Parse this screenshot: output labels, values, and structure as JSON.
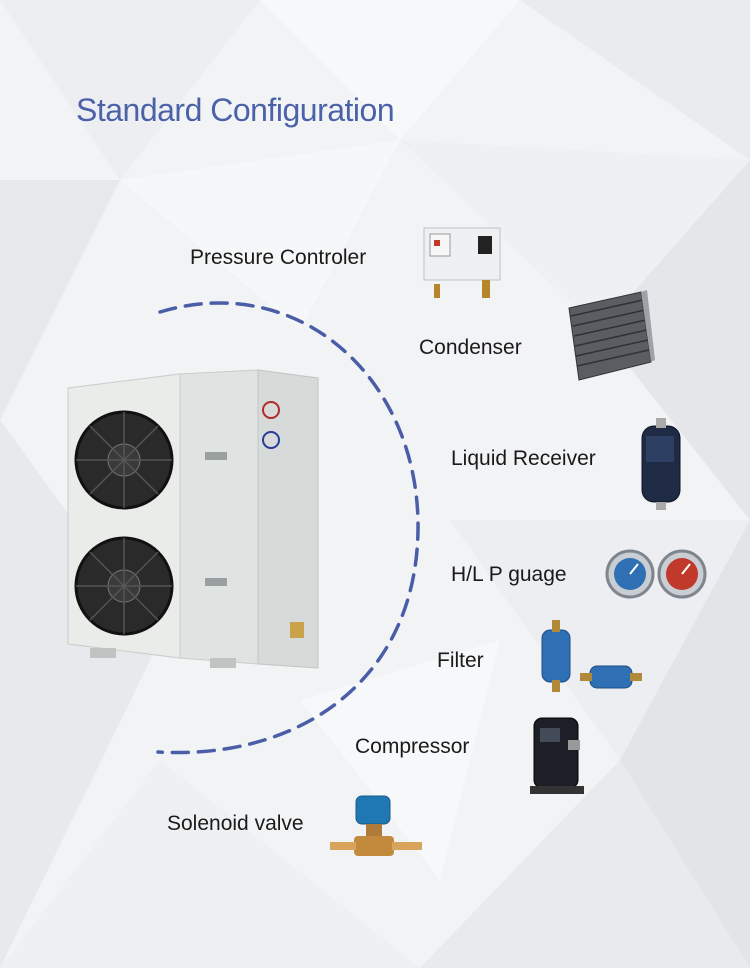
{
  "title": "Standard Configuration",
  "components": [
    {
      "label": "Pressure Controler",
      "icon": "pressure-controller-icon"
    },
    {
      "label": "Condenser",
      "icon": "condenser-icon"
    },
    {
      "label": "Liquid Receiver",
      "icon": "liquid-receiver-icon"
    },
    {
      "label": "H/L P guage",
      "icon": "pressure-gauge-icon"
    },
    {
      "label": "Filter",
      "icon": "filter-drier-icon"
    },
    {
      "label": "Compressor",
      "icon": "compressor-icon"
    },
    {
      "label": "Solenoid valve",
      "icon": "solenoid-valve-icon"
    }
  ],
  "colors": {
    "title": "#4b62a8",
    "arc": "#4a5ea8",
    "unit_body": "#e9ece9"
  }
}
